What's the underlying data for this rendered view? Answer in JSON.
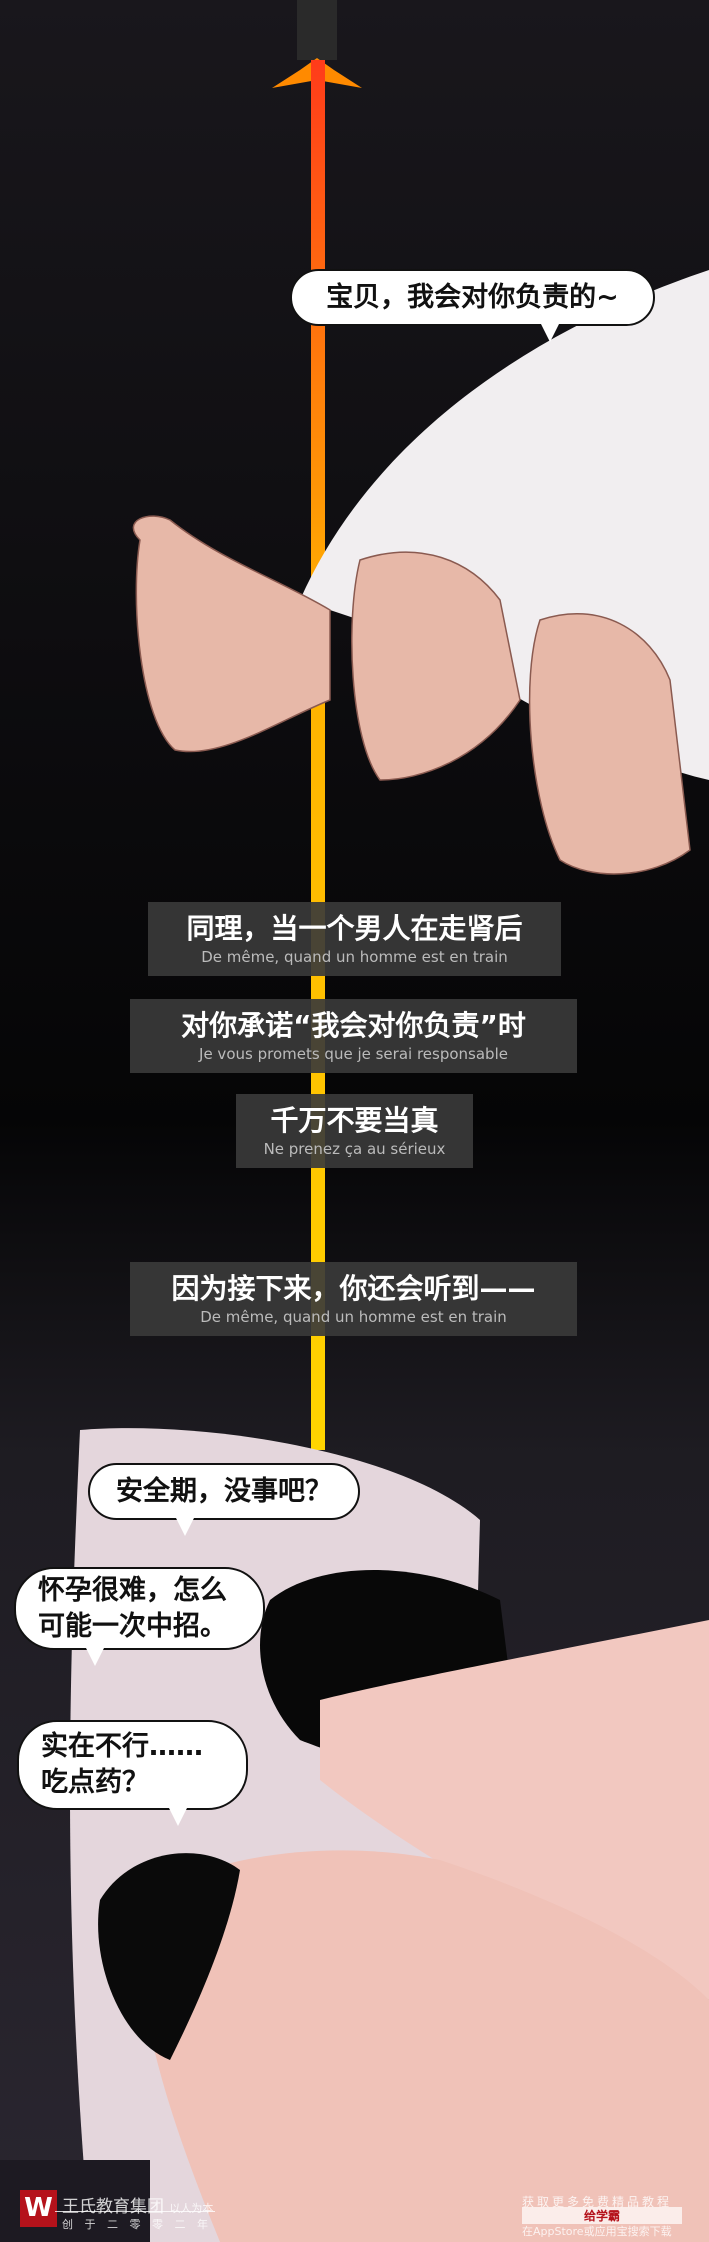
{
  "bubbles": [
    {
      "lines": [
        "宝贝，我会对你负责的~"
      ]
    },
    {
      "lines": [
        "安全期，没事吧？"
      ]
    },
    {
      "lines": [
        "怀孕很难，怎么",
        "可能一次中招。"
      ]
    },
    {
      "lines": [
        "实在不行……",
        "吃点药？"
      ]
    }
  ],
  "captions": [
    {
      "zh": "同理，当一个男人在走肾后",
      "fr": "De même, quand un homme est en train"
    },
    {
      "zh": "对你承诺“我会对你负责”时",
      "fr": "Je vous promets que je serai responsable"
    },
    {
      "zh": "千万不要当真",
      "fr": "Ne prenez ça au sérieux"
    },
    {
      "zh": "因为接下来，你还会听到——",
      "fr": "De même, quand un homme est en train"
    }
  ],
  "watermark": {
    "logo_letter": "W",
    "org": "王氏教育集团",
    "slogan": "以人为本",
    "founded": "创 于 二 零 零 二 年",
    "promo": "获取更多免费精品教程",
    "app": "给学霸",
    "download": "在AppStore或应用宝搜索下载"
  },
  "colors": {
    "laser_top": "#ff3b1a",
    "laser_bottom": "#ffd400",
    "logo": "#b5121b"
  }
}
